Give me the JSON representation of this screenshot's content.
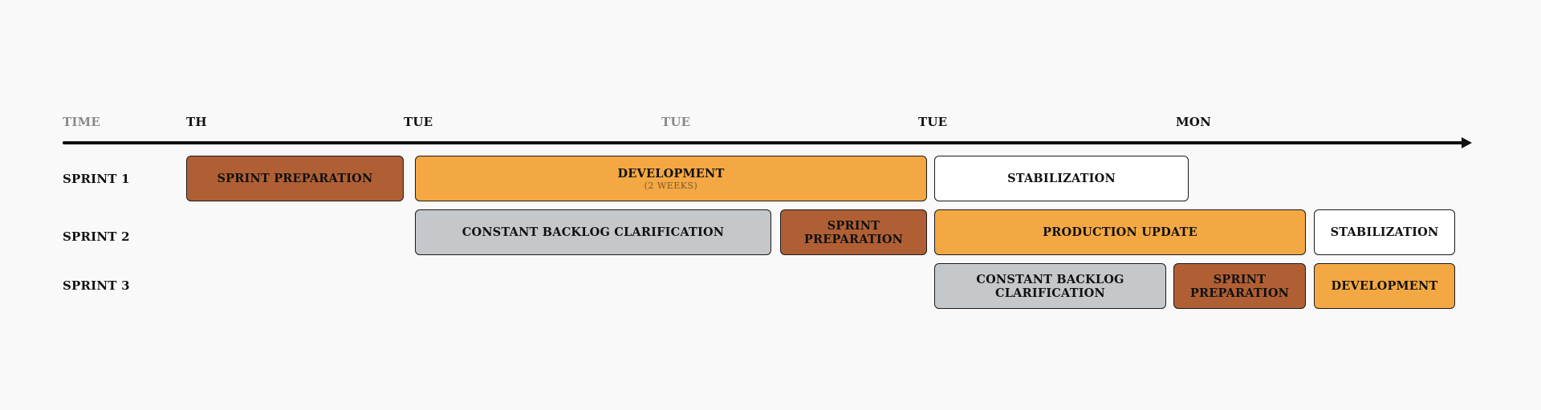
{
  "timeline": {
    "axis_label": "TIME",
    "ticks": [
      {
        "label": "TH",
        "muted": false
      },
      {
        "label": "TUE",
        "muted": false
      },
      {
        "label": "TUE",
        "muted": true
      },
      {
        "label": "TUE",
        "muted": false
      },
      {
        "label": "MON",
        "muted": false
      }
    ]
  },
  "rows": [
    {
      "label": "SPRINT 1",
      "blocks": [
        {
          "kind": "sprint-preparation",
          "lines": [
            "SPRINT PREPARATION"
          ]
        },
        {
          "kind": "development",
          "lines": [
            "DEVELOPMENT"
          ],
          "sub": "(2 WEEKS)"
        },
        {
          "kind": "stabilization",
          "lines": [
            "STABILIZATION"
          ]
        }
      ]
    },
    {
      "label": "SPRINT 2",
      "blocks": [
        {
          "kind": "backlog-clarification",
          "lines": [
            "CONSTANT BACKLOG CLARIFICATION"
          ]
        },
        {
          "kind": "sprint-preparation",
          "lines": [
            "SPRINT",
            "PREPARATION"
          ]
        },
        {
          "kind": "production-update",
          "lines": [
            "PRODUCTION UPDATE"
          ]
        },
        {
          "kind": "stabilization",
          "lines": [
            "STABILIZATION"
          ]
        }
      ]
    },
    {
      "label": "SPRINT 3",
      "blocks": [
        {
          "kind": "backlog-clarification",
          "lines": [
            "CONSTANT BACKLOG",
            "CLARIFICATION"
          ]
        },
        {
          "kind": "sprint-preparation",
          "lines": [
            "SPRINT",
            "PREPARATION"
          ]
        },
        {
          "kind": "development",
          "lines": [
            "DEVELOPMENT"
          ]
        }
      ]
    }
  ],
  "colors": {
    "sprint_preparation": "#b05f34",
    "development": "#f4a843",
    "stabilization": "#ffffff",
    "backlog_clarification": "#c5c8cb",
    "axis": "#111111",
    "muted_text": "#8a8a8a"
  }
}
